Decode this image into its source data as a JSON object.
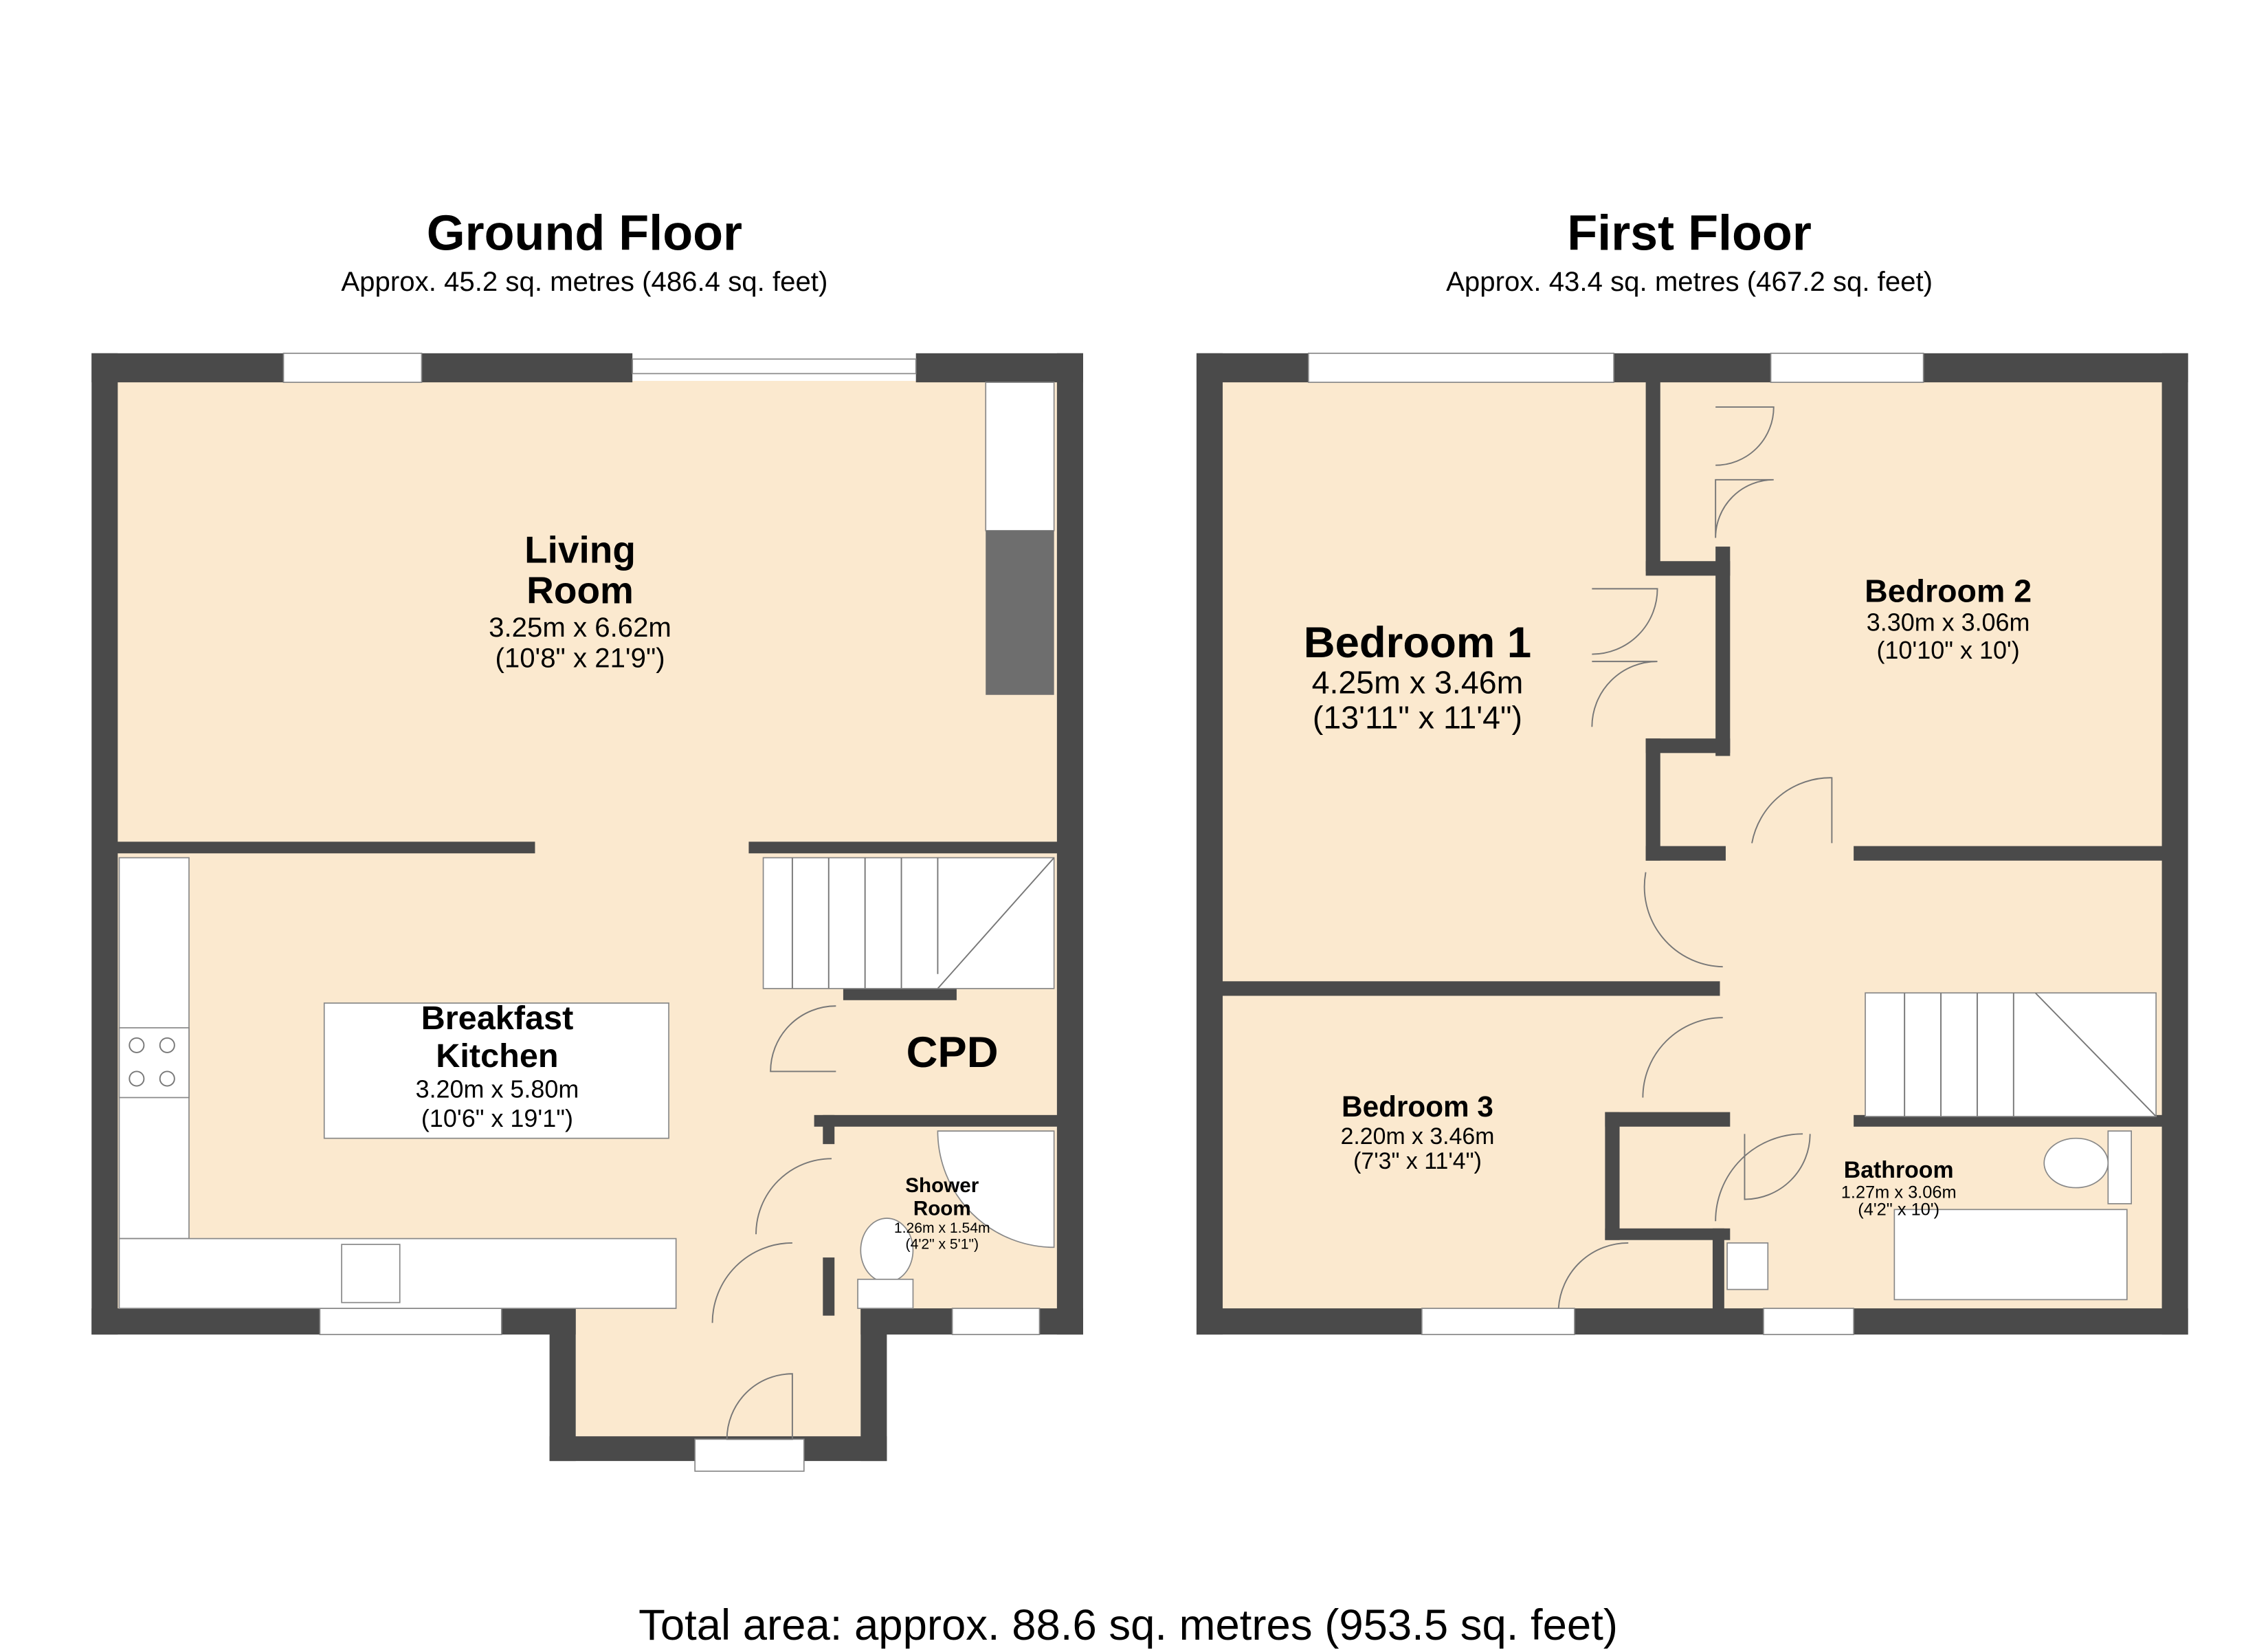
{
  "ground_floor": {
    "title": "Ground Floor",
    "area": "Approx. 45.2 sq. metres (486.4 sq. feet)",
    "rooms": [
      {
        "name_lines": [
          "Living",
          "Room"
        ],
        "dims": "3.25m x 6.62m",
        "imperial": "(10'8\" x 21'9\")"
      },
      {
        "name_lines": [
          "Breakfast",
          "Kitchen"
        ],
        "dims": "3.20m x 5.80m",
        "imperial": "(10'6\" x 19'1\")"
      },
      {
        "name_lines": [
          "CPD"
        ]
      },
      {
        "name_lines": [
          "Shower",
          "Room"
        ],
        "dims": "1.26m x 1.54m",
        "imperial": "(4'2\" x 5'1\")"
      }
    ]
  },
  "first_floor": {
    "title": "First Floor",
    "area": "Approx. 43.4 sq. metres (467.2 sq. feet)",
    "rooms": [
      {
        "name": "Bedroom 1",
        "dims": "4.25m x 3.46m",
        "imperial": "(13'11\" x 11'4\")"
      },
      {
        "name": "Bedroom 2",
        "dims": "3.30m x 3.06m",
        "imperial": "(10'10\" x 10')"
      },
      {
        "name": "Bedroom 3",
        "dims": "2.20m x 3.46m",
        "imperial": "(7'3\" x 11'4\")"
      },
      {
        "name": "Bathroom",
        "dims": "1.27m x 3.06m",
        "imperial": "(4'2\" x 10')"
      }
    ]
  },
  "total_area": "Total area: approx. 88.6 sq. metres (953.5 sq. feet)",
  "colors": {
    "wall": "#4a4a4a",
    "floor": "#fbe9cf"
  }
}
